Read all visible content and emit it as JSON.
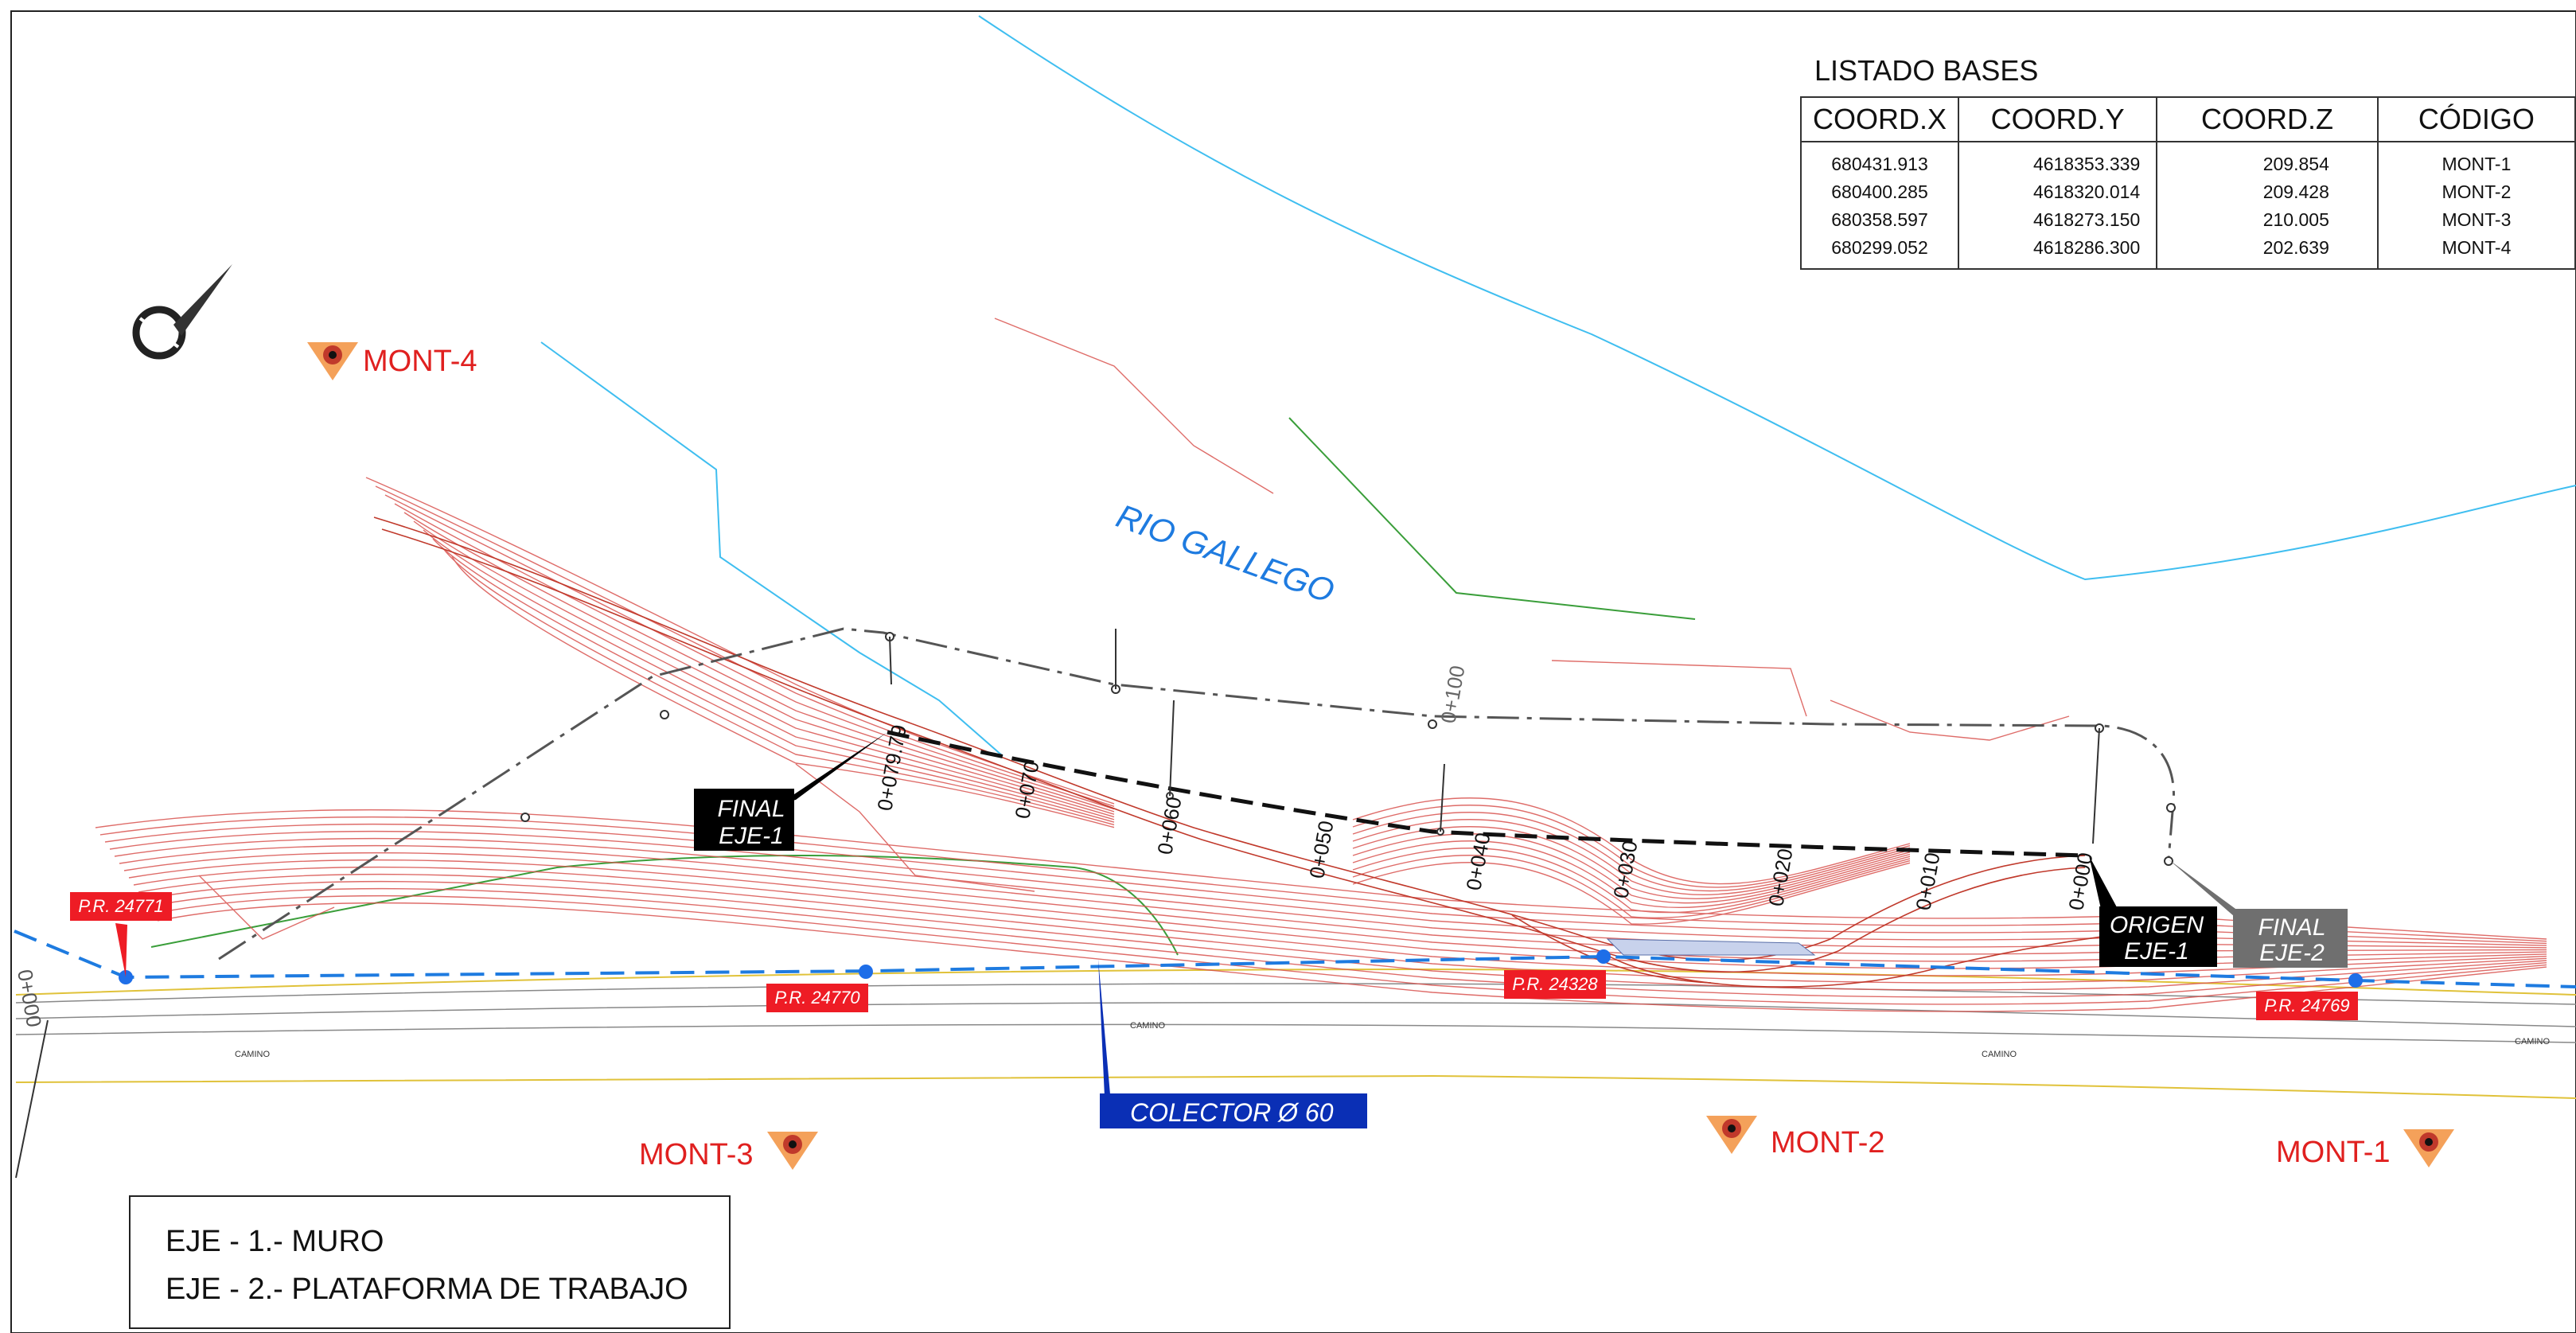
{
  "bases_table": {
    "title": "LISTADO BASES",
    "headers": [
      "COORD.X",
      "COORD.Y",
      "COORD.Z",
      "CÓDIGO"
    ],
    "rows": [
      [
        "680431.913",
        "4618353.339",
        "209.854",
        "MONT-1"
      ],
      [
        "680400.285",
        "4618320.014",
        "209.428",
        "MONT-2"
      ],
      [
        "680358.597",
        "4618273.150",
        "210.005",
        "MONT-3"
      ],
      [
        "680299.052",
        "4618286.300",
        "202.639",
        "MONT-4"
      ]
    ]
  },
  "river_label": "RIO GALLEGO",
  "survey_bases": [
    "MONT-4",
    "MONT-3",
    "MONT-2",
    "MONT-1"
  ],
  "reference_points": [
    "P.R. 24771",
    "P.R. 24770",
    "P.R. 24328",
    "P.R. 24769"
  ],
  "axis_callouts": {
    "final_eje1": [
      "FINAL",
      "EJE-1"
    ],
    "origen_eje1": [
      "ORIGEN",
      "EJE-1"
    ],
    "final_eje2": [
      "FINAL",
      "EJE-2"
    ]
  },
  "collector_label": "COLECTOR Ø 60",
  "stations": [
    "0+079.79",
    "0+070",
    "0+060",
    "0+050",
    "0+040",
    "0+030",
    "0+020",
    "0+010",
    "0+000"
  ],
  "station_eje2": "0+100",
  "station_left": "0+000",
  "road_labels": [
    "CAMINO",
    "CAMINO",
    "CAMINO",
    "CAMINO"
  ],
  "legend": {
    "items": [
      "EJE - 1.- MURO",
      "EJE - 2.- PLATAFORMA DE TRABAJO"
    ]
  },
  "colors": {
    "callout_red": "#ee1c25",
    "callout_black": "#000000",
    "callout_gray": "#6f6f6f",
    "collector_blue": "#0a2fb5",
    "river": "#3fbef0",
    "contour": "#d9534f",
    "axis_blue": "#1e7be0",
    "base_orange": "#f4a15a"
  }
}
